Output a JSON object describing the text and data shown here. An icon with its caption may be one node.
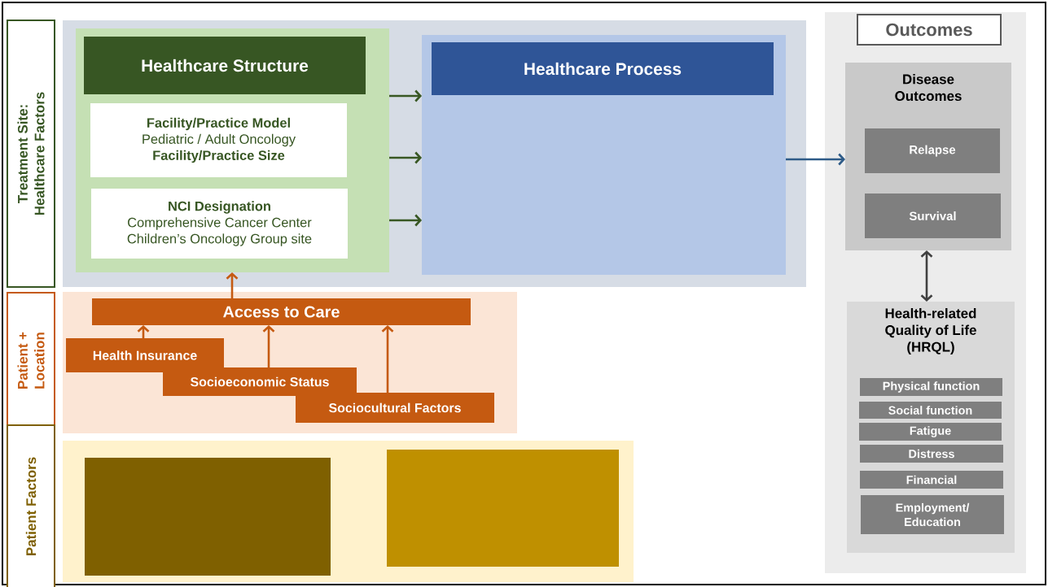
{
  "diagram": {
    "nodes": [
      {
        "text": [
          "Treatment Site: Healthcare Factors"
        ]
      },
      {
        "text": [
          "Patient + Location"
        ]
      },
      {
        "text": [
          "Patient Factors"
        ]
      },
      {
        "text": [],
        "shape": "box"
      },
      {
        "text": [],
        "shape": "box",
        "in": 3
      },
      {
        "text": [
          "Healthcare Structure"
        ],
        "in": 4
      },
      {
        "text": [
          "Facility/Practice Model",
          "Pediatric / Adult Oncology",
          "Facility/Practice Size"
        ],
        "in": 4
      },
      {
        "text": [
          "NCI Designation",
          "Comprehensive Cancer Center",
          "Children’s Oncology Group site"
        ],
        "in": 4
      },
      {
        "text": [],
        "shape": "box",
        "in": 3
      },
      {
        "text": [
          "Healthcare Process"
        ],
        "in": 8
      },
      {
        "text": [],
        "shape": "box"
      },
      {
        "text": [
          "Access to Care"
        ],
        "in": 10
      },
      {
        "text": [
          "Health Insurance"
        ],
        "in": 10
      },
      {
        "text": [
          "Socioeconomic Status"
        ],
        "in": 10
      },
      {
        "text": [
          "Sociocultural Factors"
        ],
        "in": 10
      },
      {
        "text": [],
        "shape": "box"
      },
      {
        "text": [],
        "shape": "box",
        "in": 15
      },
      {
        "text": [],
        "shape": "box",
        "in": 15
      },
      {
        "text": [],
        "shape": "box"
      },
      {
        "text": [
          "Outcomes"
        ],
        "in": 18
      },
      {
        "text": [
          "Disease Outcomes"
        ],
        "in": 18
      },
      {
        "text": [
          "Relapse"
        ],
        "in": 20
      },
      {
        "text": [
          "Survival"
        ],
        "in": 20
      },
      {
        "text": [
          "Health-related Quality of Life (HRQL)"
        ],
        "in": 18
      },
      {
        "text": [
          "Physical function"
        ],
        "in": 23
      },
      {
        "text": [
          "Social function"
        ],
        "in": 23
      },
      {
        "text": [
          "Fatigue"
        ],
        "in": 23
      },
      {
        "text": [
          "Distress"
        ],
        "in": 23
      },
      {
        "text": [
          "Financial"
        ],
        "in": 23
      },
      {
        "text": [
          "Employment/ Education"
        ],
        "in": 23
      }
    ],
    "edges": [
      {
        "from": 4,
        "to": 8,
        "arrow": "to",
        "color": "#385723"
      },
      {
        "from": 4,
        "to": 8,
        "arrow": "to",
        "color": "#385723"
      },
      {
        "from": 4,
        "to": 8,
        "arrow": "to",
        "color": "#385723"
      },
      {
        "from": 11,
        "to": 4,
        "arrow": "to",
        "color": "#c55a11"
      },
      {
        "from": 12,
        "to": 11,
        "arrow": "to",
        "color": "#c55a11"
      },
      {
        "from": 13,
        "to": 11,
        "arrow": "to",
        "color": "#c55a11"
      },
      {
        "from": 14,
        "to": 11,
        "arrow": "to",
        "color": "#c55a11"
      },
      {
        "from": 8,
        "to": 20,
        "arrow": "to",
        "color": "#2e5b88"
      },
      {
        "from": 20,
        "to": 23,
        "arrow": "both",
        "color": "#404040"
      }
    ]
  }
}
